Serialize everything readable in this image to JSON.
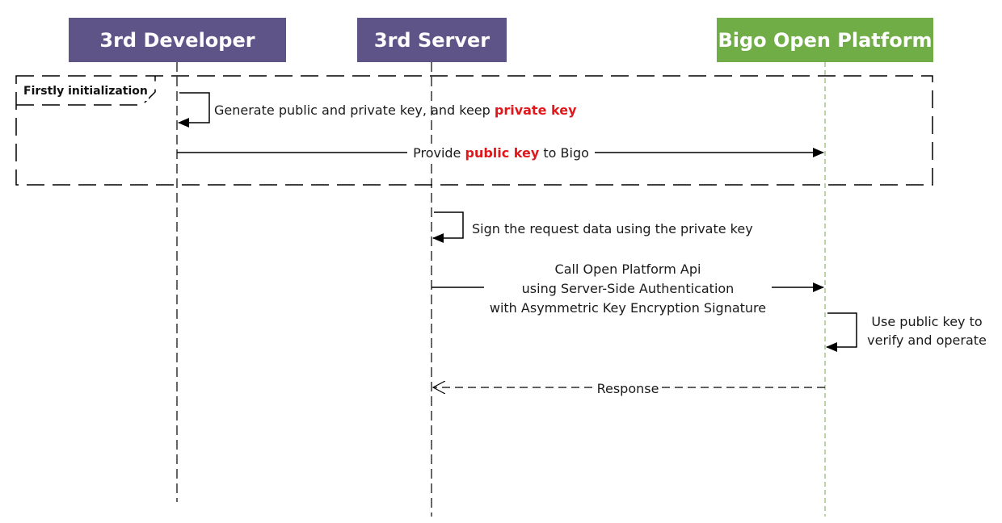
{
  "actors": {
    "developer": {
      "label": "3rd Developer",
      "color": "#5f5487"
    },
    "server": {
      "label": "3rd Server",
      "color": "#5f5487"
    },
    "platform": {
      "label": "Bigo Open Platform",
      "color": "#70ad47"
    }
  },
  "frame": {
    "label": "Firstly initialization"
  },
  "messages": {
    "generate_keys": {
      "text": "Generate public and private key, and keep ",
      "highlight": "private key"
    },
    "provide_key": {
      "pre": "Provide ",
      "highlight": "public key",
      "post": " to Bigo"
    },
    "sign_request": {
      "text": "Sign the request data using the private key"
    },
    "call_api": {
      "line1": "Call Open Platform Api",
      "line2": "using Server-Side Authentication",
      "line3": "with Asymmetric Key Encryption Signature"
    },
    "verify": {
      "line1": "Use public key to",
      "line2": "verify and operate"
    },
    "response": {
      "text": "Response"
    }
  },
  "colors": {
    "highlight": "#e0181b",
    "lifeline": "#000000",
    "platform_lifeline": "#70ad47"
  }
}
